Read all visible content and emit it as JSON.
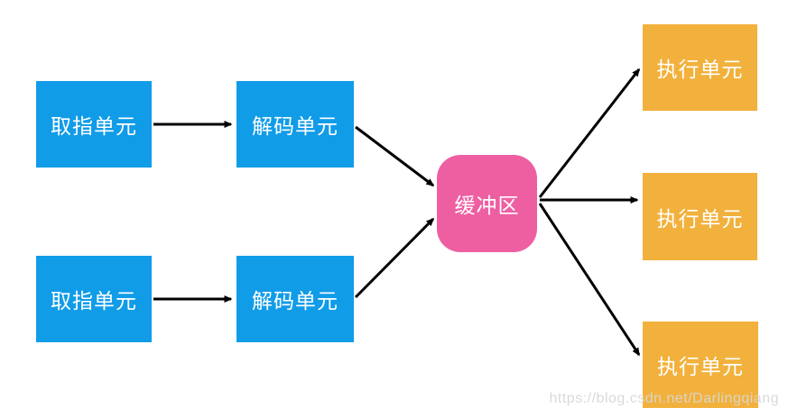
{
  "diagram": {
    "title_semantic": "superscalar-cpu-pipeline-diagram",
    "nodes": {
      "fetch_unit_top": {
        "label": "取指单元"
      },
      "fetch_unit_bottom": {
        "label": "取指单元"
      },
      "decode_unit_top": {
        "label": "解码单元"
      },
      "decode_unit_bottom": {
        "label": "解码单元"
      },
      "buffer": {
        "label": "缓冲区"
      },
      "exec_unit_top": {
        "label": "执行单元"
      },
      "exec_unit_middle": {
        "label": "执行单元"
      },
      "exec_unit_bottom": {
        "label": "执行单元"
      }
    },
    "edges": [
      {
        "from": "fetch_unit_top",
        "to": "decode_unit_top"
      },
      {
        "from": "fetch_unit_bottom",
        "to": "decode_unit_bottom"
      },
      {
        "from": "decode_unit_top",
        "to": "buffer"
      },
      {
        "from": "decode_unit_bottom",
        "to": "buffer"
      },
      {
        "from": "buffer",
        "to": "exec_unit_top"
      },
      {
        "from": "buffer",
        "to": "exec_unit_middle"
      },
      {
        "from": "buffer",
        "to": "exec_unit_bottom"
      }
    ]
  },
  "colors": {
    "unit_blue": "#119ce8",
    "buffer_pink": "#ee5fa2",
    "exec_orange": "#f2b13c",
    "arrow_black": "#000000",
    "watermark_gray": "#d7d7d7"
  },
  "watermark": {
    "text": "https://blog.csdn.net/Darlingqiang"
  }
}
